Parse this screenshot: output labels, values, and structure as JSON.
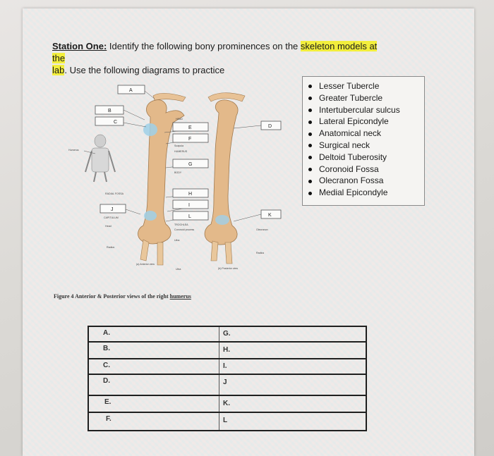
{
  "header": {
    "station_label": "Station One:",
    "text_before_highlight": " Identify the following bony prominences on the ",
    "highlight_1": "skeleton models at the",
    "highlight_2": "lab",
    "text_after_highlight": ". Use the following diagrams to practice"
  },
  "diagram": {
    "box_labels": [
      "A",
      "B",
      "C",
      "D",
      "E",
      "F",
      "G",
      "H",
      "I",
      "J",
      "K",
      "L"
    ],
    "small_labels": {
      "head": "HEAD",
      "humerus_left": "Humerus",
      "scapula": "Scapula",
      "humerus": "HUMERUS",
      "body": "BODY",
      "radial_fossa": "RADIAL FOSSA",
      "capitulum": "CAPITULUM",
      "head_low": "Head",
      "trochlea": "TROCHLEA",
      "coronoid": "Coronoid process",
      "ulna": "Ulna",
      "olecranon": "Olecranon",
      "radius_left": "Radius",
      "radius_right": "Radius",
      "anterior_view": "(a) Anterior view",
      "posterior_view": "(b) Posterior view",
      "ulna_low": "Ulna"
    }
  },
  "figure_caption": {
    "prefix": "Figure 4 Anterior & Posterior views of the right ",
    "underlined": "humerus"
  },
  "answer_list": [
    "Lesser Tubercle",
    "Greater Tubercle",
    "Intertubercular sulcus",
    "Lateral Epicondyle",
    "Anatomical neck",
    "Surgical neck",
    "Deltoid Tuberosity",
    "Coronoid Fossa",
    "Olecranon Fossa",
    "Medial Epicondyle"
  ],
  "answer_table": {
    "left": [
      "A.",
      "B.",
      "C.",
      "D.",
      "E.",
      "F."
    ],
    "right": [
      "G.",
      "H.",
      "I.",
      "J",
      "K.",
      "L"
    ]
  },
  "colors": {
    "highlight": "#f2ee3c",
    "bone": "#e3b98a",
    "paper": "#f2f1ef"
  }
}
